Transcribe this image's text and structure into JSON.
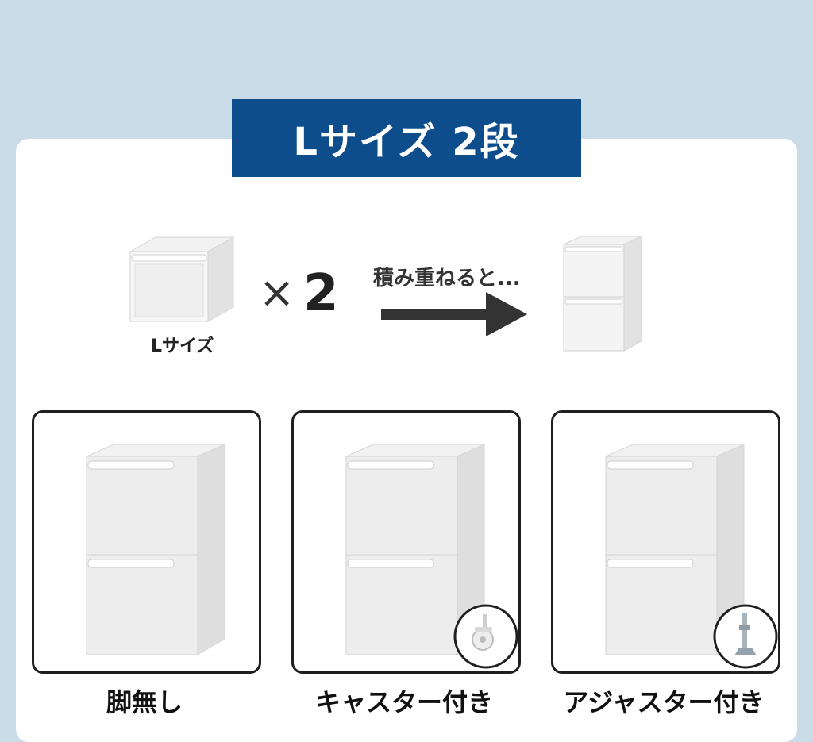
{
  "title": "Lサイズ 2段",
  "formula": {
    "unit_label": "Lサイズ",
    "times_symbol": "×",
    "count": "2",
    "arrow_caption": "積み重ねると..."
  },
  "options": [
    {
      "label": "脚無し",
      "accessory_icon": "none"
    },
    {
      "label": "キャスター付き",
      "accessory_icon": "caster-icon"
    },
    {
      "label": "アジャスター付き",
      "accessory_icon": "adjuster-icon"
    }
  ],
  "colors": {
    "background": "#cbdce9",
    "banner": "#0d4d8c",
    "card": "#ffffff",
    "box": "#e6e6e6",
    "arrow": "#333333"
  }
}
